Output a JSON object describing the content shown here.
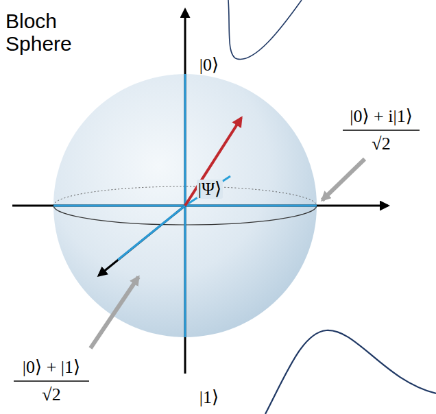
{
  "diagram": {
    "title": "Bloch Sphere",
    "labels": [
      "|0⟩",
      "|Ψ⟩",
      "|0⟩ + i|1⟩",
      "√2",
      "|0⟩ + |1⟩",
      "√2",
      "|1⟩"
    ]
  }
}
